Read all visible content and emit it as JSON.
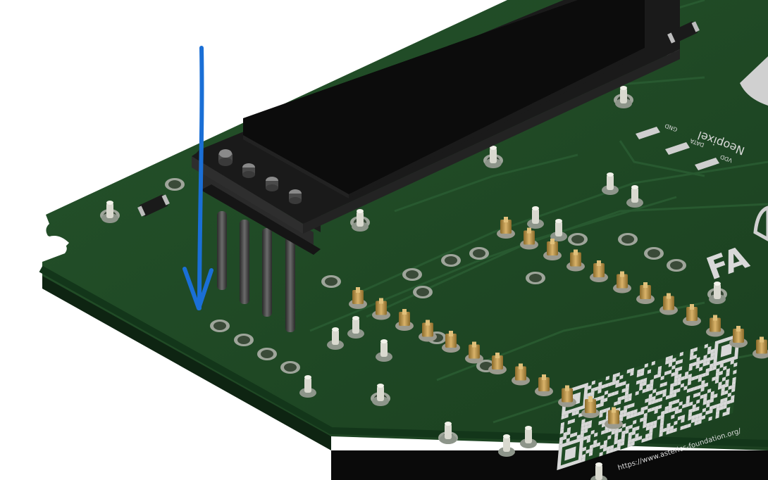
{
  "scene": {
    "pcb_color": "#1f4a24",
    "edge_color": "#0f2a12",
    "display_color": "#121212",
    "pin_color": "#3b3b3b",
    "arrow_color": "#1a6fd6",
    "silkscreen": {
      "neopixel": "Neopixel",
      "gnd": "GND",
      "data": "DATA",
      "vdd": "VDD",
      "brand": "FA",
      "url": "https://www.asterics-foundation.org/"
    }
  }
}
